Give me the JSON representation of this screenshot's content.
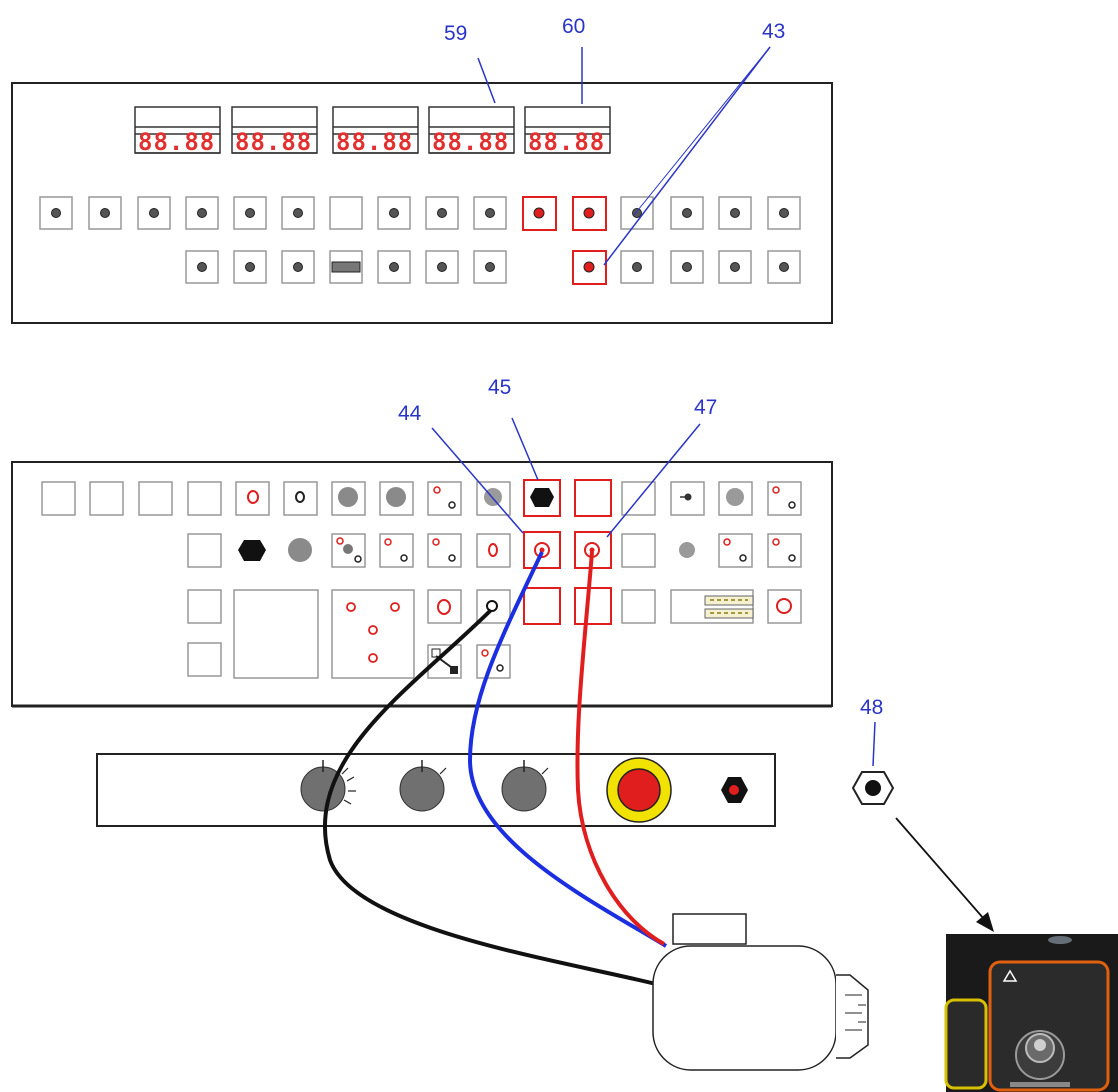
{
  "callouts": {
    "c59": "59",
    "c60": "60",
    "c43": "43",
    "c44": "44",
    "c45": "45",
    "c47": "47",
    "c48": "48"
  },
  "displays": {
    "digits": [
      "88.88",
      "88.88",
      "88.88",
      "88.88",
      "88.88"
    ]
  },
  "colors": {
    "callout": "#2a35c8",
    "highlight": "#e01e1e",
    "cable_black": "#111111",
    "cable_blue": "#1b2ee0",
    "cable_red": "#e01e1e",
    "knob": "#707070",
    "estop_ring": "#f2e200"
  },
  "icons": {
    "emergency_stop": "emergency-stop-icon",
    "photo": "connector-closeup-photo",
    "warning": "warning-triangle-icon"
  }
}
